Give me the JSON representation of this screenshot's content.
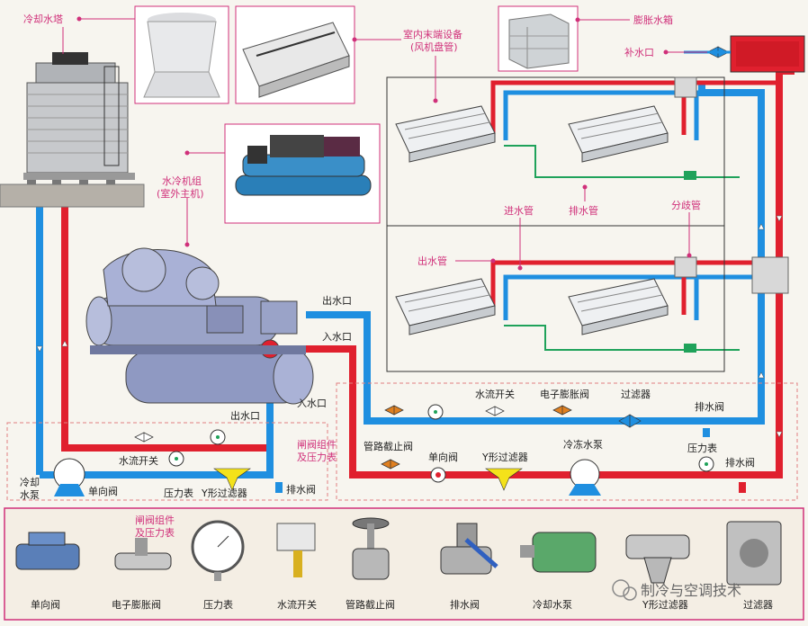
{
  "labels": {
    "cooling_tower": "冷却水塔",
    "indoor_terminal_1": "室内末端设备",
    "indoor_terminal_2": "(风机盘管)",
    "expansion_tank": "膨胀水箱",
    "makeup_port": "补水口",
    "chiller_1": "水冷机组",
    "chiller_2": "(室外主机)",
    "inlet_pipe": "进水管",
    "drain_pipe": "排水管",
    "branch_pipe": "分歧管",
    "outlet_pipe": "出水管",
    "water_out_1": "出水口",
    "water_in_1": "入水口",
    "water_out_2": "出水口",
    "water_in_2": "入水口",
    "flow_switch_top": "水流开关",
    "elec_exp_valve_top": "电子膨胀阀",
    "filter_top": "过滤器",
    "drain_valve_top": "排水阀",
    "pipe_stop_valve": "管路截止阀",
    "check_valve_mid": "单向阀",
    "y_filter_mid": "Y形过滤器",
    "chilled_pump": "冷冻水泵",
    "pressure_gauge_right": "压力表",
    "drain_valve_right": "排水阀",
    "valve_group": "闸阀组件",
    "valve_group_2": "及压力表",
    "flow_switch_left": "水流开关",
    "cooling_pump_1": "冷却",
    "cooling_pump_2": "水泵",
    "check_valve_left": "单向阀",
    "pressure_gauge_left": "压力表",
    "y_filter_left": "Y形过滤器",
    "drain_valve_left": "排水阀"
  },
  "legend": {
    "title_1": "闸阀组件",
    "title_2": "及压力表",
    "items": [
      "单向阀",
      "电子膨胀阀",
      "压力表",
      "水流开关",
      "管路截止阀",
      "排水阀",
      "冷却水泵",
      "Y形过滤器",
      "过滤器"
    ]
  },
  "watermark": "制冷与空调技术",
  "colors": {
    "supply_red": "#e0202e",
    "return_blue": "#1f8fe0",
    "drain_green": "#1fa25a",
    "label_pink": "#d0307a",
    "valve_orange": "#e08020"
  }
}
